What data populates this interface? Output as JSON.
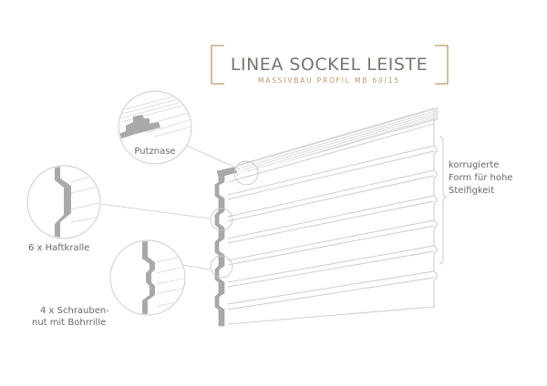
{
  "title": {
    "main": "LINEA SOCKEL LEISTE",
    "sub": "MASSIVBAU PROFIL  MB 60/15"
  },
  "callouts": {
    "putznase": "Putznase",
    "haftkralle": "6 x Haftkralle",
    "schrauben_line1": "4 x Schrauben-",
    "schrauben_line2": "nut mit Bohrrille",
    "korrugiert_line1": "korrugierte",
    "korrugiert_line2": "Form für hohe",
    "korrugiert_line3": "Steifigkeit"
  },
  "colors": {
    "gold": "#b99a64",
    "profile_gray": "#a9a9a9",
    "line_gray": "#c4c4c4",
    "text": "#6a6663"
  }
}
